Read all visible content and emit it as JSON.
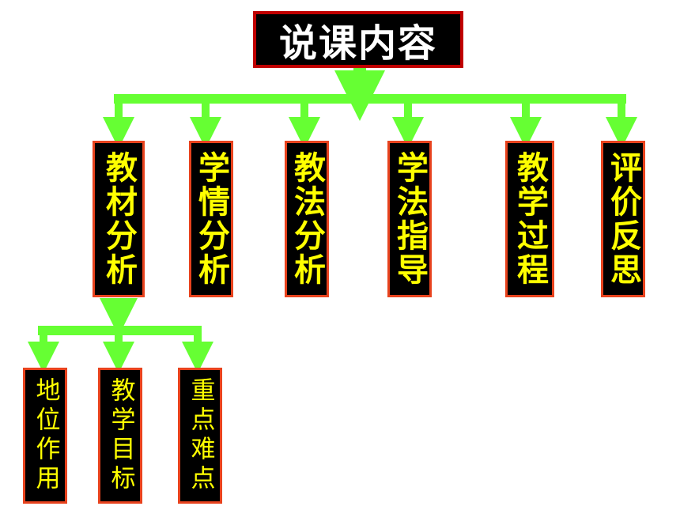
{
  "title": "说课内容",
  "categories": [
    {
      "id": "textbook-analysis",
      "label": "教材分析"
    },
    {
      "id": "learner-analysis",
      "label": "学情分析"
    },
    {
      "id": "teaching-method-analysis",
      "label": "教法分析"
    },
    {
      "id": "learning-method-guidance",
      "label": "学法指导"
    },
    {
      "id": "teaching-process",
      "label": "教学过程"
    },
    {
      "id": "evaluation-reflection",
      "label": "评价反思"
    }
  ],
  "subtopics": [
    {
      "id": "status-role",
      "label": "地位作用"
    },
    {
      "id": "teaching-objectives",
      "label": "教学目标"
    },
    {
      "id": "key-difficult-points",
      "label": "重点难点"
    }
  ],
  "colors": {
    "box_fill": "#000000",
    "box_border": "#e8431e",
    "title_border": "#c00000",
    "label_text": "#ffff00",
    "title_text": "#ffffff",
    "connector": "#66ff33"
  }
}
